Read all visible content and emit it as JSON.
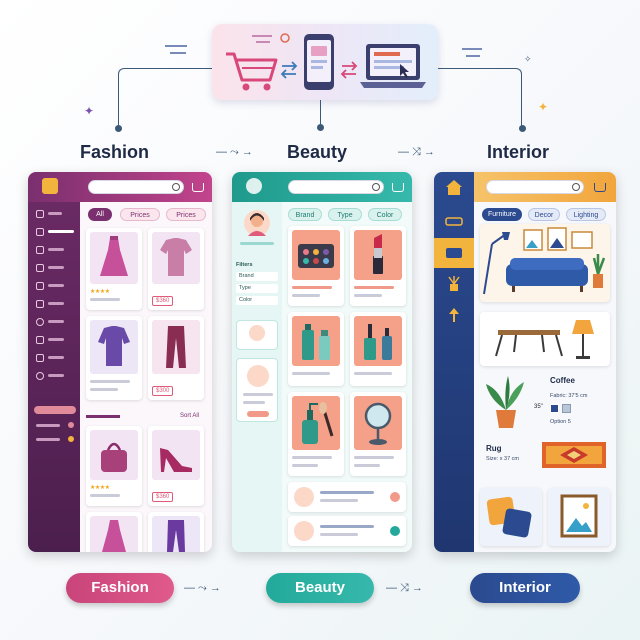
{
  "columns": {
    "fashion_title": "Fashion",
    "beauty_title": "Beauty",
    "interior_title": "Interior"
  },
  "fashion": {
    "chips": [
      "All",
      "Prices",
      "Prices"
    ],
    "prices": [
      "$360",
      "$300",
      "$360"
    ],
    "stars": "★★★★",
    "sort_all": "Sort All"
  },
  "beauty": {
    "chips": [
      "Brand",
      "Type",
      "Color"
    ],
    "filters_title": "Filters",
    "filters": [
      "Brand",
      "Type",
      "Color"
    ]
  },
  "interior": {
    "chips": [
      "Furniture",
      "Decor",
      "Lighting"
    ],
    "coffee_title": "Coffee",
    "fabric_text": "Fabric: 37'5 cm",
    "option_text": "Option 5",
    "size_label": "35\"",
    "rug_title": "Rug",
    "rug_size": "Size: x 37 cm"
  },
  "pills": {
    "fashion": "Fashion",
    "beauty": "Beauty",
    "interior": "Interior"
  },
  "colors": {
    "fashion": "#7a2f6e",
    "beauty": "#23a99a",
    "interior": "#2b4a8f",
    "accent_pink": "#e05a7a",
    "accent_gold": "#f2b43c"
  }
}
